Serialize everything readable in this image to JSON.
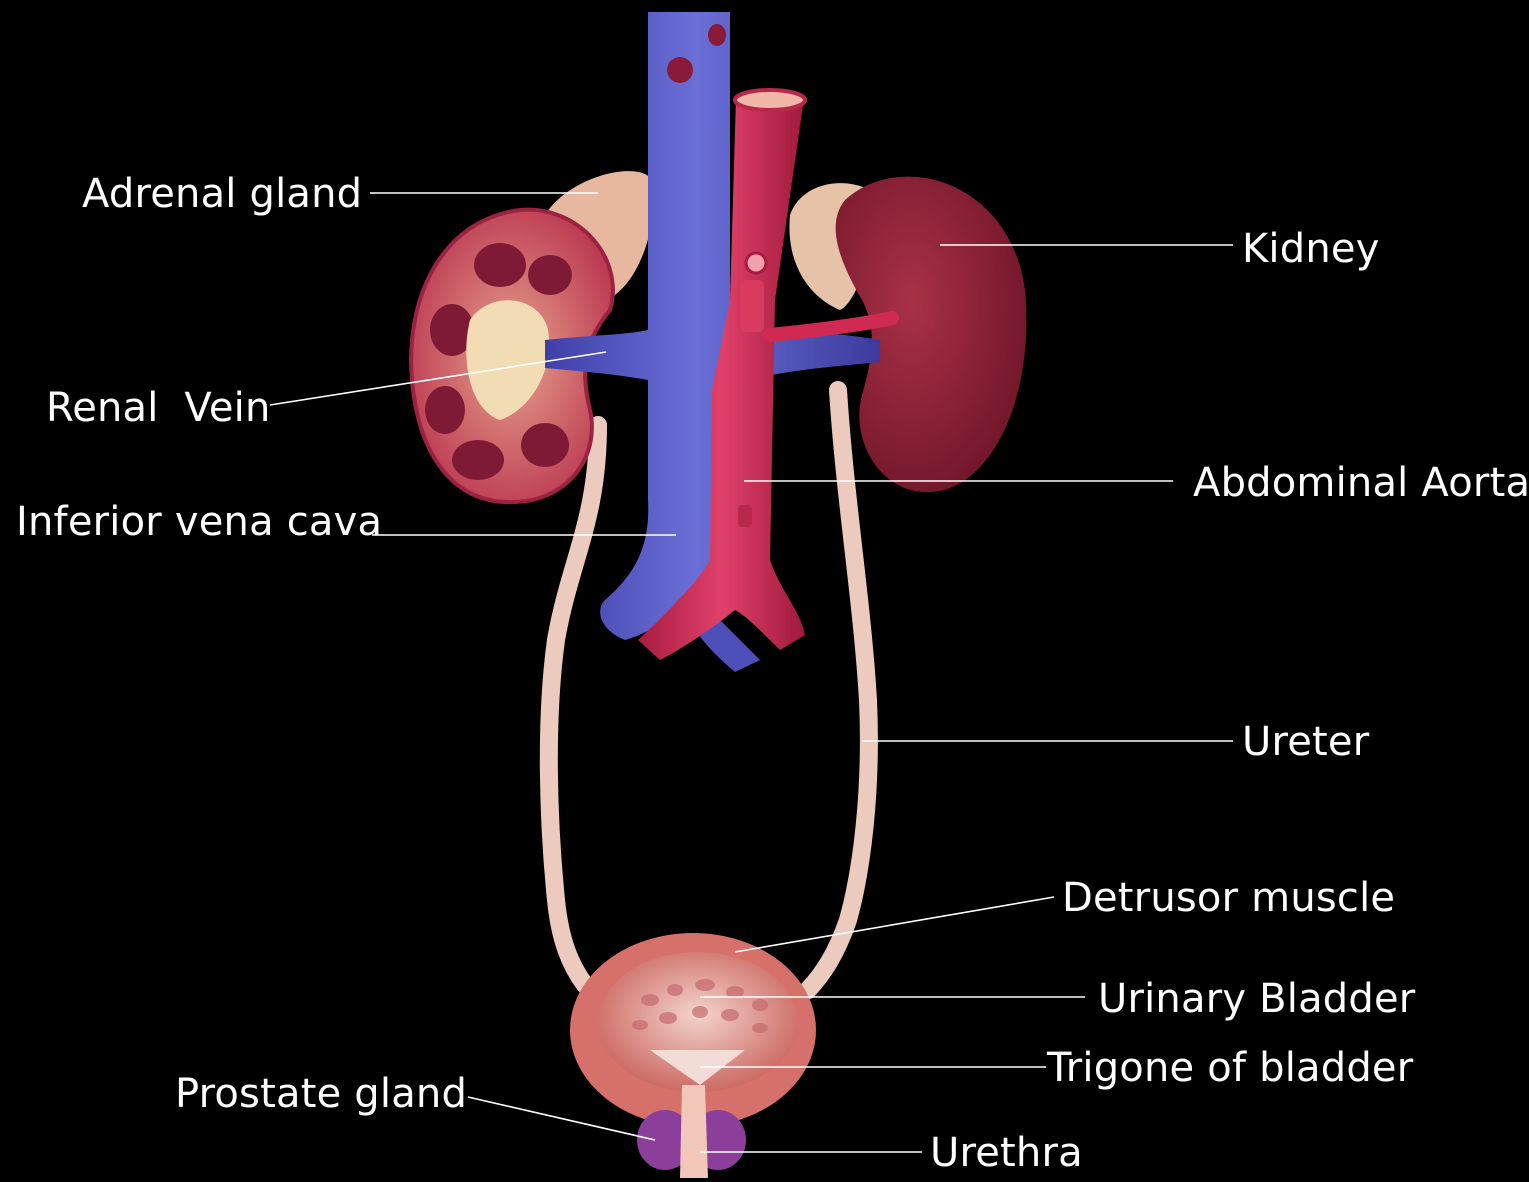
{
  "labels": {
    "adrenal_gland": "Adrenal gland",
    "kidney": "Kidney",
    "renal_vein": "Renal  Vein",
    "abdominal_aorta": "Abdominal Aorta",
    "inferior_vena_cava": "Inferior vena cava",
    "ureter": "Ureter",
    "detrusor_muscle": "Detrusor muscle",
    "urinary_bladder": "Urinary Bladder",
    "trigone_of_bladder": "Trigone of bladder",
    "prostate_gland": "Prostate gland",
    "urethra": "Urethra"
  },
  "colors": {
    "background": "#000000",
    "label_text": "#ffffff",
    "leader_line": "#ffffff",
    "vena_cava": "#5b5fc4",
    "aorta": "#c8254f",
    "kidney": "#8e1f36",
    "adrenal": "#e6b39a",
    "ureter": "#f0cdbf",
    "bladder_wall": "#d96b66",
    "prostate": "#8b3f9a"
  }
}
